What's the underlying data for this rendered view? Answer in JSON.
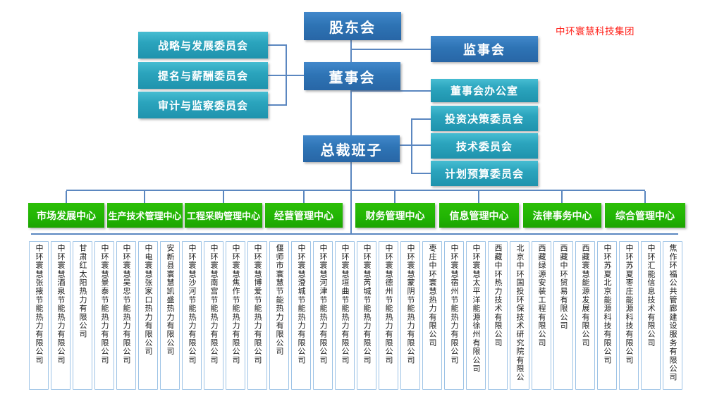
{
  "watermark": "中环寰慧科技集团",
  "nodes": {
    "shareholders": "股东会",
    "supervisory": "监事会",
    "board": "董事会",
    "president": "总裁班子"
  },
  "board_committees_left": [
    "战略与发展委员会",
    "提名与薪酬委员会",
    "审计与监察委员会"
  ],
  "board_committees_right": [
    "董事会办公室",
    "投资决策委员会",
    "技术委员会",
    "计划预算委员会"
  ],
  "centers": [
    "市场发展中心",
    "生产技术管理中心",
    "工程采购管理中心",
    "经营管理中心",
    "财务管理中心",
    "信息管理中心",
    "法律事务中心",
    "综合管理中心"
  ],
  "subsidiaries": [
    "中环寰慧张掖节能热力有限公司",
    "中环寰慧酒泉节能热力有限公司",
    "甘肃红太阳热力有限公司",
    "中环寰慧景泰节能热力有限公司",
    "中环寰慧吴忠节能热力有限公司",
    "中电寰慧张家口热力有限公司",
    "安新县寰慧凯盛热力有限公司",
    "中环寰慧沙河节能热力有限公司",
    "中环寰慧南宫节能热力有限公司",
    "中环寰慧焦作节能热力有限公司",
    "中环寰慧博爱节能热力有限公司",
    "偃师市寰慧节能热力有限公司",
    "中环寰慧澄城节能热力有限公司",
    "中环寰慧河津节能热力有限公司",
    "中环寰慧垣曲节能热力有限公司",
    "中环寰慧芮城节能热力有限公司",
    "中环寰慧德州节能热力有限公司",
    "中环寰慧蒙阴节能热力有限公司",
    "枣庄中环寰慧热力有限公司",
    "中环寰慧宿州节能热力有限公司",
    "中环寰慧太平洋能源徐州有限公司",
    "西藏中环热力技术有限公司",
    "北京中环国投环保技术研究院有限公司",
    "西藏绿源安装工程有限公司",
    "西藏中环贸易有限公司",
    "西藏寰慧能源发展有限公司",
    "中环苏夏北京能源科技有限公司",
    "中环苏夏枣庄能源科技有限公司",
    "中环汇能信息技术有限公司",
    "焦作环福公共管廊建设服务有限公司"
  ],
  "colors": {
    "box_blue": "#2e74b5",
    "box_teal": "#2ba4bd",
    "box_green": "#21b404",
    "connector_line": "#5b87c0",
    "subsidiary_border": "#9dc3e6",
    "title_red": "#ff2019"
  }
}
